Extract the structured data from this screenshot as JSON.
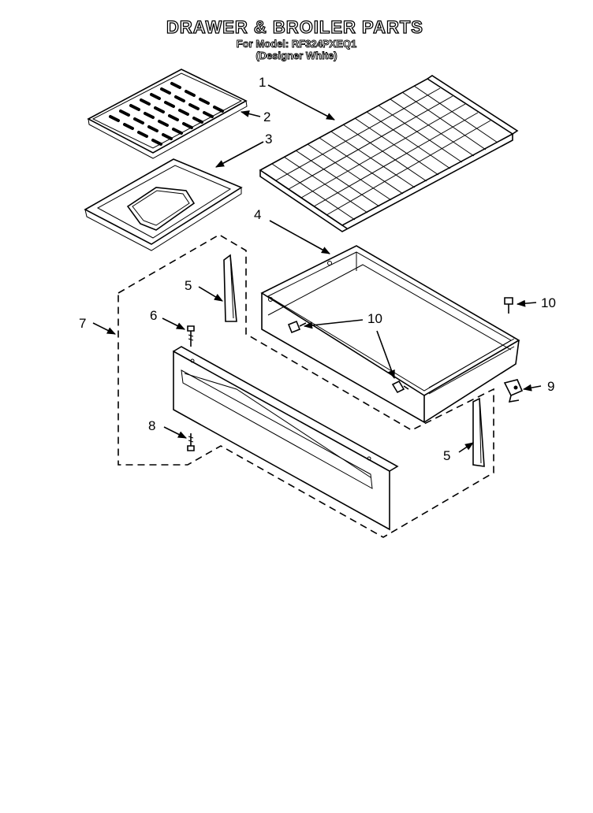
{
  "header": {
    "title": "DRAWER & BROILER PARTS",
    "model_line": "For Model: RF324PXEQ1",
    "color_line": "(Designer White)"
  },
  "callouts": [
    {
      "id": "1"
    },
    {
      "id": "2"
    },
    {
      "id": "3"
    },
    {
      "id": "4"
    },
    {
      "id": "5"
    },
    {
      "id": "5"
    },
    {
      "id": "6"
    },
    {
      "id": "7"
    },
    {
      "id": "8"
    },
    {
      "id": "9"
    },
    {
      "id": "10"
    },
    {
      "id": "10"
    }
  ]
}
